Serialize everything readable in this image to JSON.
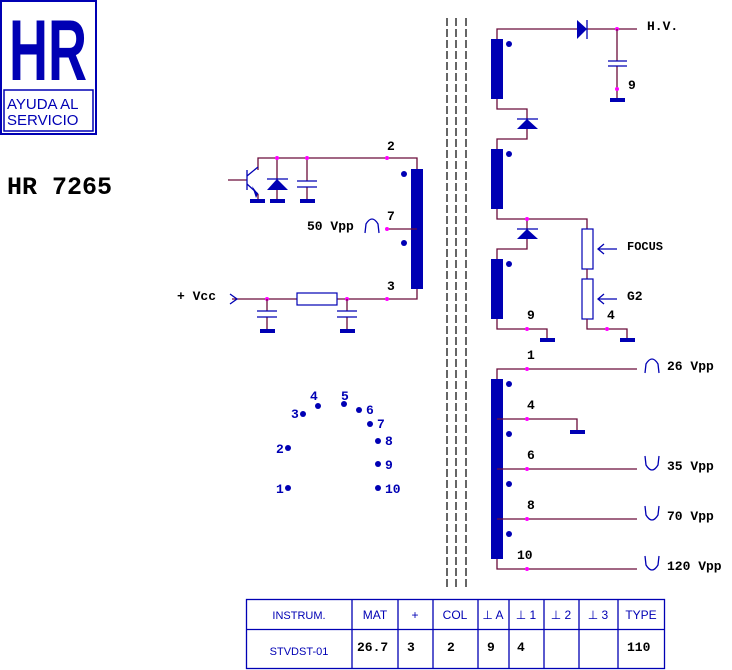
{
  "logo": {
    "letters": "HR",
    "line1": "AYUDA AL",
    "line2": "SERVICIO"
  },
  "model": "HR 7265",
  "primary": {
    "pin_top": "2",
    "pin_mid": "7",
    "pin_bottom": "3",
    "pulse_label": "50 Vpp",
    "supply_label": "+ Vcc"
  },
  "hv_section": {
    "hv_label": "H.V.",
    "cap_pin": "9",
    "ground_pin": "9",
    "focus_label": "FOCUS",
    "g2_label": "G2",
    "g2_ground_pin": "4"
  },
  "secondary": [
    {
      "pin": "1",
      "label": "26 Vpp"
    },
    {
      "pin": "4",
      "label": ""
    },
    {
      "pin": "6",
      "label": "35 Vpp"
    },
    {
      "pin": "8",
      "label": "70 Vpp"
    },
    {
      "pin": "10",
      "label": "120 Vpp"
    }
  ],
  "pinout": [
    "1",
    "2",
    "3",
    "4",
    "5",
    "6",
    "7",
    "8",
    "9",
    "10"
  ],
  "table": {
    "headers": [
      "INSTRUM.",
      "MAT",
      "+",
      "COL",
      "⊥ A",
      "⊥ 1",
      "⊥ 2",
      "⊥ 3",
      "TYPE"
    ],
    "values": [
      "STVDST-01",
      "26.7",
      "3",
      "2",
      "9",
      "4",
      "",
      "",
      "110"
    ]
  }
}
